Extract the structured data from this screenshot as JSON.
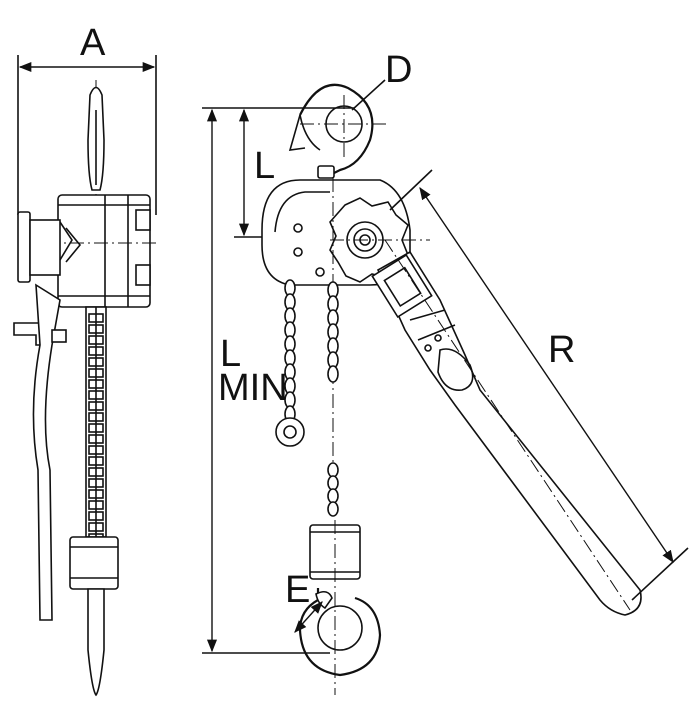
{
  "labels": {
    "A": "A",
    "D": "D",
    "L_top": "L",
    "L_main": "L",
    "MIN": "MIN",
    "R": "R",
    "E": "E"
  },
  "colors": {
    "line": "#111111",
    "background": "#ffffff"
  }
}
